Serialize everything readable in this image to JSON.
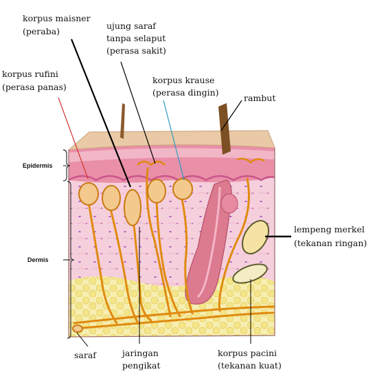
{
  "layers": {
    "epidermis": "Epidermis",
    "dermis": "Dermis"
  },
  "labels": {
    "korpus_maisner": [
      "korpus maisner",
      "(peraba)"
    ],
    "ujung_saraf": [
      "ujung saraf",
      "tanpa selaput",
      "(perasa sakit)"
    ],
    "korpus_rufini": [
      "korpus rufini",
      "(perasa panas)"
    ],
    "korpus_krause": [
      "korpus krause",
      "(perasa dingin)"
    ],
    "rambut": [
      "rambut"
    ],
    "lempeng_merkel": [
      "lempeng merkel",
      "(tekanan ringan)"
    ],
    "saraf": [
      "saraf"
    ],
    "jaringan_pengikat": [
      "jaringan",
      "pengikat"
    ],
    "korpus_pacini": [
      "korpus pacini",
      "(tekanan kuat)"
    ]
  },
  "colors": {
    "skin_top": "#e9c9a6",
    "epidermis": "#e88fa8",
    "dermis": "#f3c6d6",
    "fat": "#f5eaa0",
    "nerve": "#e08a10",
    "hair": "#8a5a2c",
    "follicle": "#d96f86",
    "rufini_leader": "#d4332f",
    "krause_leader": "#2a9bbf"
  }
}
